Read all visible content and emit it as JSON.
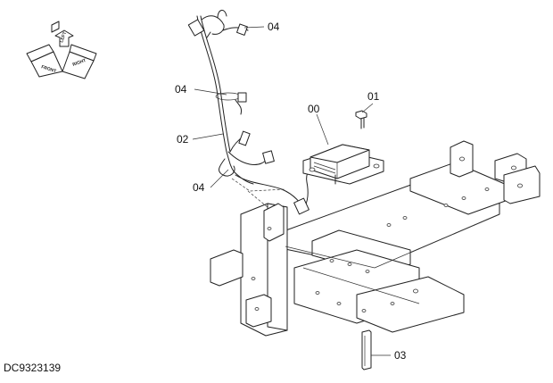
{
  "drawing_code": "DC9323139",
  "compass": {
    "front_label": "FRONT",
    "left_label": "LEFT",
    "right_label": "RIGHT"
  },
  "callouts": [
    {
      "id": "c04a",
      "label": "04"
    },
    {
      "id": "c04b",
      "label": "04"
    },
    {
      "id": "c02",
      "label": "02"
    },
    {
      "id": "c04c",
      "label": "04"
    },
    {
      "id": "c00",
      "label": "00"
    },
    {
      "id": "c01",
      "label": "01"
    },
    {
      "id": "c03",
      "label": "03"
    }
  ]
}
